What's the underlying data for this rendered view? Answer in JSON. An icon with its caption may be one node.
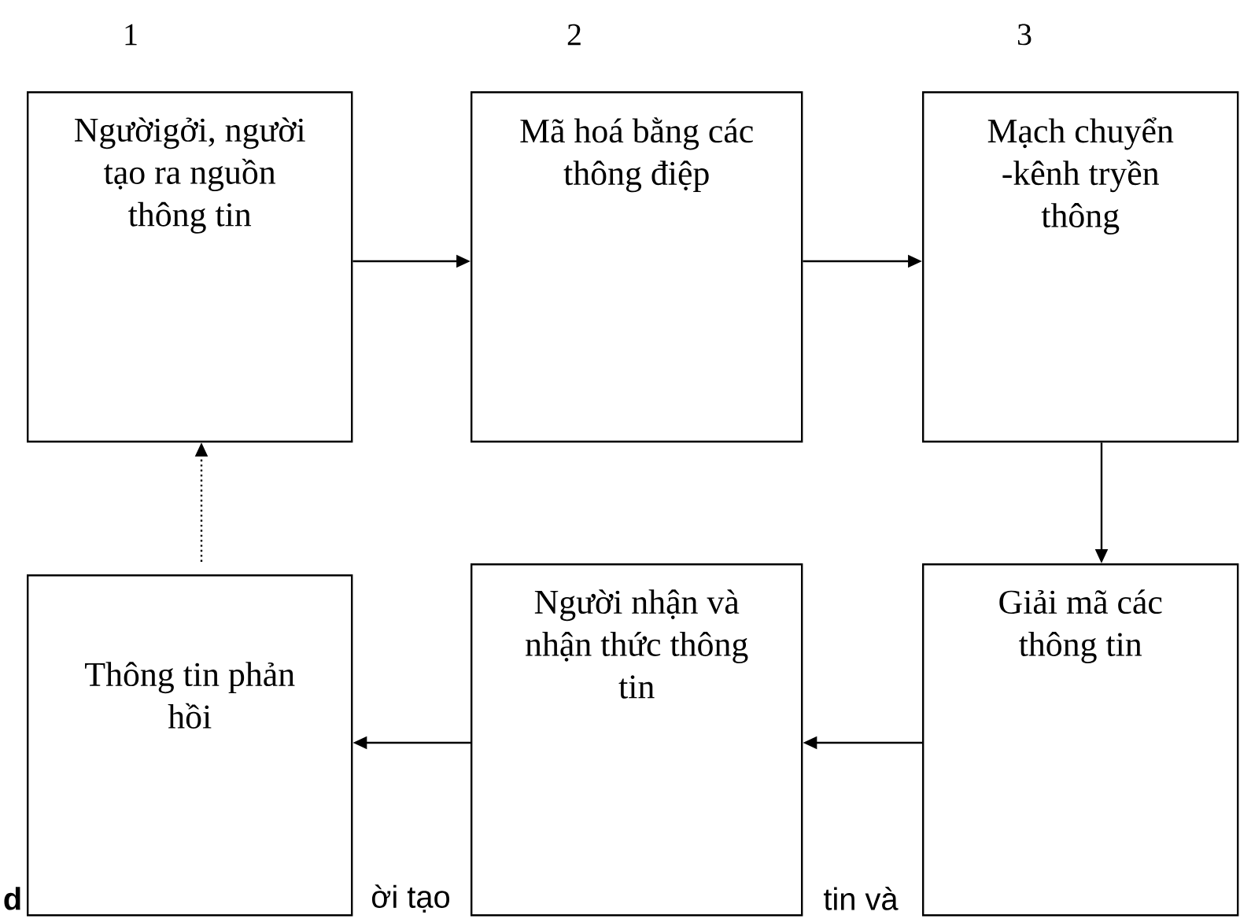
{
  "diagram": {
    "nodes": [
      {
        "text": [
          "Ngườigởi, người tạo ra nguồn thông tin"
        ]
      },
      {
        "text": [
          "Mã hoá bằng các thông điệp"
        ]
      },
      {
        "text": [
          "Mạch chuyển -kênh tryền thông"
        ]
      },
      {
        "text": [
          "Giải mã các thông tin"
        ]
      },
      {
        "text": [
          "Người nhận và nhận thức thông tin"
        ]
      },
      {
        "text": [
          "Thông tin phản hồi"
        ]
      }
    ],
    "edges": [
      {
        "from": 0,
        "to": 1,
        "arrow": "to"
      },
      {
        "from": 1,
        "to": 2,
        "arrow": "to"
      },
      {
        "from": 2,
        "to": 3,
        "arrow": "to"
      },
      {
        "from": 3,
        "to": 4,
        "arrow": "to"
      },
      {
        "from": 4,
        "to": 5,
        "arrow": "to"
      },
      {
        "from": 5,
        "to": 0,
        "arrow": "to",
        "style": "dashed"
      }
    ],
    "labels": [
      "1",
      "2",
      "3",
      "d",
      "ời tạo",
      "tin và"
    ]
  }
}
